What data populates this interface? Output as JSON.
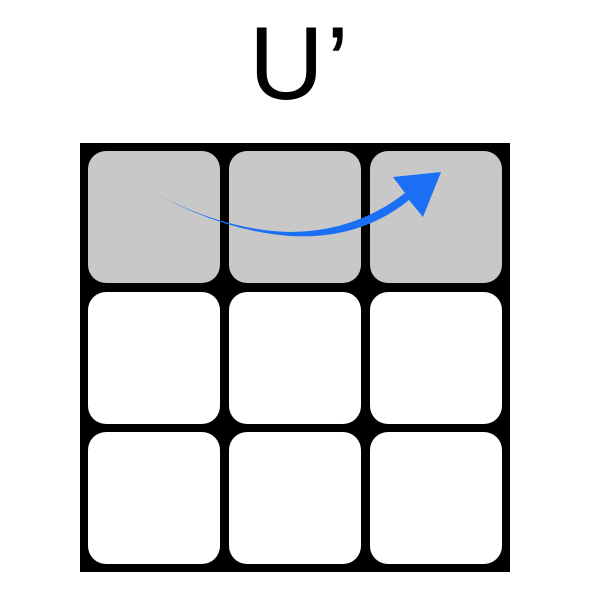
{
  "notation": "U’",
  "face": {
    "rows": [
      [
        "gray",
        "gray",
        "gray"
      ],
      [
        "white",
        "white",
        "white"
      ],
      [
        "white",
        "white",
        "white"
      ]
    ]
  },
  "colors": {
    "frame": "#000000",
    "gray": "#c8c8c8",
    "white": "#ffffff",
    "arrow": "#1a6ff5"
  },
  "arrow": {
    "icon": "curved-arrow-right-icon",
    "row": "top",
    "direction": "left-to-right"
  }
}
